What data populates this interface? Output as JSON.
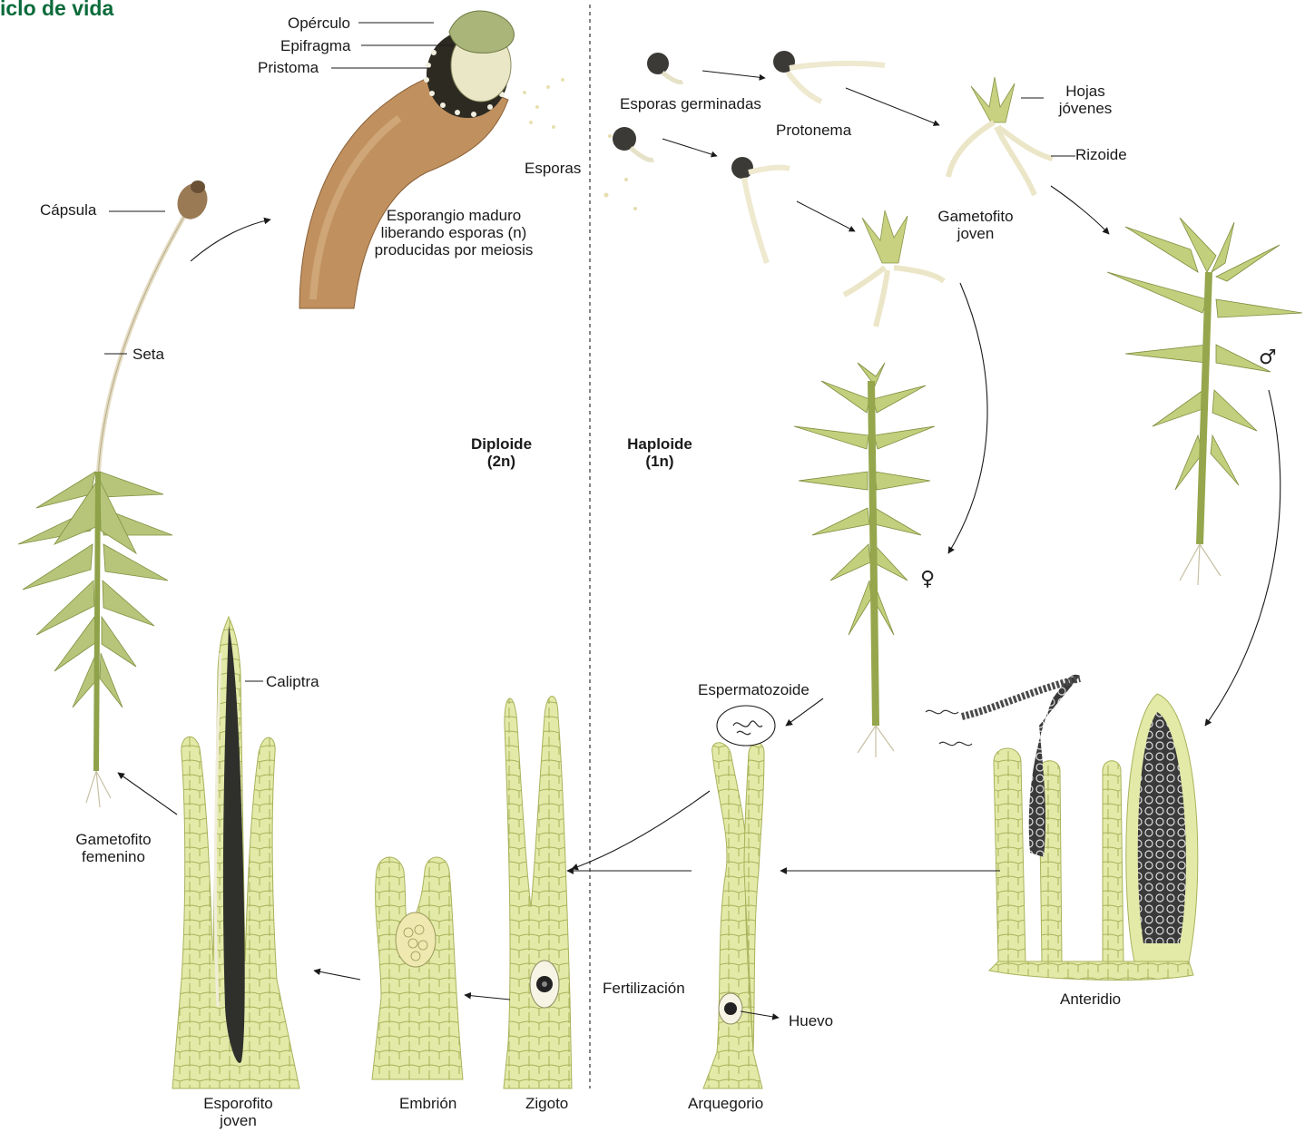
{
  "title": "iclo de vida",
  "colors": {
    "title": "#0a6b3a",
    "cell": "#dfe7a5",
    "cellLine": "#a9b35a",
    "capsule": "#b98a5c",
    "dark": "#2b2b2b"
  },
  "labels": {
    "operculo": "Opérculo",
    "epifragma": "Epifragma",
    "pristoma": "Pristoma",
    "capsula": "Cápsula",
    "seta": "Seta",
    "esporangio": [
      "Esporangio maduro",
      "liberando esporas (n)",
      "producidas por meiosis"
    ],
    "esporas": "Esporas",
    "esporas_germinadas": "Esporas germinadas",
    "protonema": "Protonema",
    "hojas_jovenes": [
      "Hojas",
      "jóvenes"
    ],
    "rizoide": "Rizoide",
    "gametofito_joven": [
      "Gametofito",
      "joven"
    ],
    "diploide": [
      "Diploide",
      "(2n)"
    ],
    "haploide": [
      "Haploide",
      "(1n)"
    ],
    "female_symbol": "♀",
    "male_symbol": "♂",
    "caliptra": "Caliptra",
    "espermatozoide": "Espermatozoide",
    "gametofito_femenino": [
      "Gametofito",
      "femenino"
    ],
    "fertilizacion": "Fertilización",
    "huevo": "Huevo",
    "anteridio": "Anteridio",
    "esporofito_joven": [
      "Esporofito",
      "joven"
    ],
    "embrion": "Embrión",
    "zigoto": "Zigoto",
    "arquegorio": "Arquegorio"
  }
}
